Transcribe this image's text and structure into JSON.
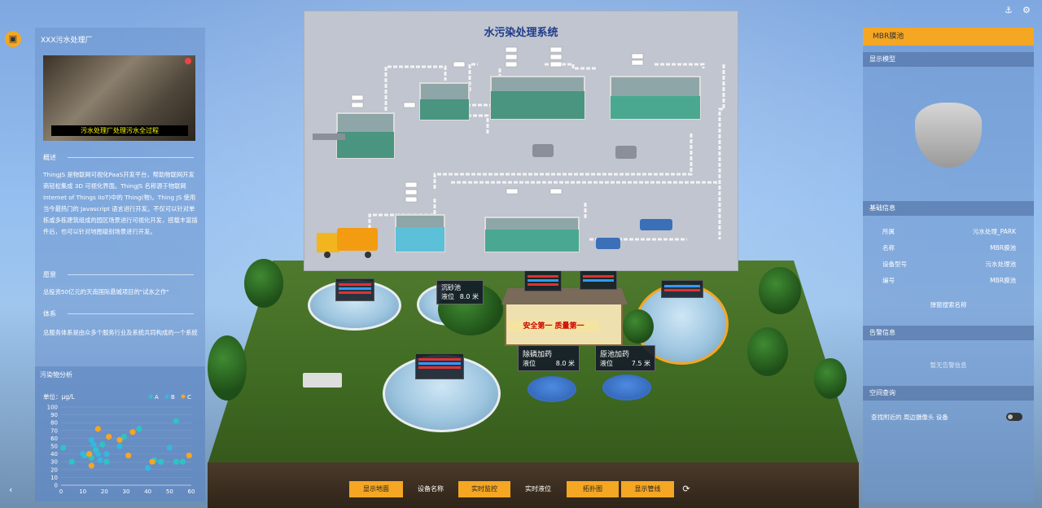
{
  "left_panel": {
    "title": "XXX污水处理厂",
    "video_caption": "污水处理厂处理污水全过程",
    "overview_heading": "概述",
    "overview_text": "ThingJS 是物联网可视化PaaS开发平台，帮助物联网开发商轻松集成 3D 可视化界面。ThingJS 名称源于物联网Internet of Things IIoT)中的 Thing(物)。Thing JS 使用当今最热门的 Javascript 语言进行开发。不仅可以针对单栋或多栋建筑组成的园区场景进行可视化开发，搭载丰富插件后，也可以针对地图级别场景进行开发。",
    "vision_heading": "愿景",
    "vision_text": "总投资50亿元的天南国际悬城项目的\"试水之作\"",
    "system_heading": "体系",
    "system_text": "总服务体系是由众多个服务行业及系统共同构成的一个系统",
    "collapse_icon": "chevron-left-icon"
  },
  "chart_panel": {
    "title": "污染物分析",
    "unit_label": "单位：μg/L"
  },
  "chart_data": {
    "type": "scatter",
    "title": "",
    "xlabel": "",
    "ylabel": "单位：μg/L",
    "xlim": [
      0,
      60
    ],
    "ylim": [
      0,
      100
    ],
    "xticks": [
      0,
      10,
      20,
      30,
      40,
      50,
      60
    ],
    "yticks": [
      0,
      10,
      20,
      30,
      40,
      50,
      60,
      70,
      80,
      90,
      100
    ],
    "legend_position": "top-right",
    "series": [
      {
        "name": "A",
        "color": "#2ec4c4",
        "points": [
          [
            1,
            48
          ],
          [
            5,
            30
          ],
          [
            11,
            38
          ],
          [
            14,
            35
          ],
          [
            16,
            45
          ],
          [
            19,
            52
          ],
          [
            21,
            30
          ],
          [
            29,
            62
          ],
          [
            36,
            72
          ],
          [
            43,
            32
          ],
          [
            46,
            30
          ],
          [
            53,
            30
          ],
          [
            53,
            82
          ],
          [
            56,
            30
          ]
        ]
      },
      {
        "name": "B",
        "color": "#34b7e0",
        "points": [
          [
            10,
            40
          ],
          [
            14,
            58
          ],
          [
            15,
            52
          ],
          [
            17,
            40
          ],
          [
            18,
            32
          ],
          [
            21,
            40
          ],
          [
            27,
            50
          ],
          [
            40,
            22
          ],
          [
            50,
            48
          ]
        ]
      },
      {
        "name": "C",
        "color": "#f5a623",
        "points": [
          [
            13,
            40
          ],
          [
            14,
            25
          ],
          [
            17,
            72
          ],
          [
            22,
            62
          ],
          [
            27,
            58
          ],
          [
            31,
            38
          ],
          [
            33,
            68
          ],
          [
            42,
            30
          ],
          [
            59,
            38
          ]
        ]
      }
    ]
  },
  "diagram": {
    "title": "水污染处理系统"
  },
  "scene": {
    "building_sign": "安全第一 质量第一",
    "panels": [
      {
        "title": "沉砂池",
        "label": "液位",
        "value": "8.0 米"
      },
      {
        "title": "除磷加药",
        "label": "液位",
        "value": "8.0 米"
      },
      {
        "title": "原池加药",
        "label": "液位",
        "value": "7.5 米"
      }
    ]
  },
  "right_panel": {
    "header": "MBR膜池",
    "model_section": "显示模型",
    "basic_section": "基础信息",
    "rows": [
      {
        "label": "所属",
        "value": "污水处理_PARK"
      },
      {
        "label": "名称",
        "value": "MBR膜池"
      },
      {
        "label": "设备型号",
        "value": "污水处理池"
      },
      {
        "label": "编号",
        "value": "MBR膜池"
      }
    ],
    "popup_name": "弹窗搜索名称",
    "alert_section": "告警信息",
    "no_alert": "暂无告警信息",
    "spatial_section": "空间查询",
    "spatial_query": "查找附近的 周边摄像头 设备"
  },
  "top_icons": {
    "left": "anchor-icon",
    "right": "gear-icon"
  },
  "toolbar": {
    "buttons": [
      {
        "label": "显示地面",
        "active": true
      },
      {
        "label": "设备名称",
        "active": false
      },
      {
        "label": "实时监控",
        "active": true
      },
      {
        "label": "实时液位",
        "active": false
      },
      {
        "label": "拓扑图",
        "active": true
      },
      {
        "label": "显示管线",
        "active": true
      }
    ],
    "refresh_icon": "refresh-icon"
  }
}
